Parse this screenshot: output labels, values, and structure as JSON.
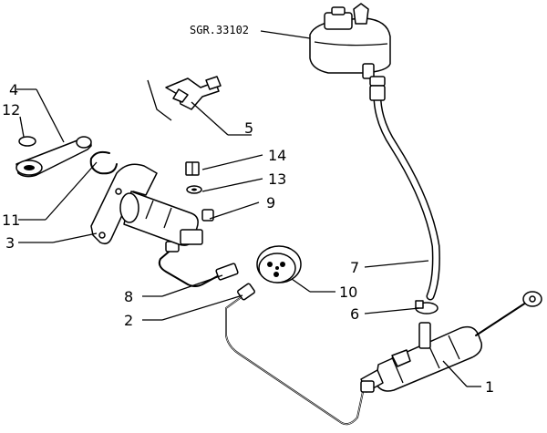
{
  "reference_code": "SGR.33102",
  "callouts": [
    {
      "id": "c1",
      "label": "1"
    },
    {
      "id": "c2",
      "label": "2"
    },
    {
      "id": "c3",
      "label": "3"
    },
    {
      "id": "c4",
      "label": "4"
    },
    {
      "id": "c5",
      "label": "5"
    },
    {
      "id": "c6",
      "label": "6"
    },
    {
      "id": "c7",
      "label": "7"
    },
    {
      "id": "c8",
      "label": "8"
    },
    {
      "id": "c9",
      "label": "9"
    },
    {
      "id": "c10",
      "label": "10"
    },
    {
      "id": "c11",
      "label": "11"
    },
    {
      "id": "c12",
      "label": "12"
    },
    {
      "id": "c13",
      "label": "13"
    },
    {
      "id": "c14",
      "label": "14"
    }
  ]
}
